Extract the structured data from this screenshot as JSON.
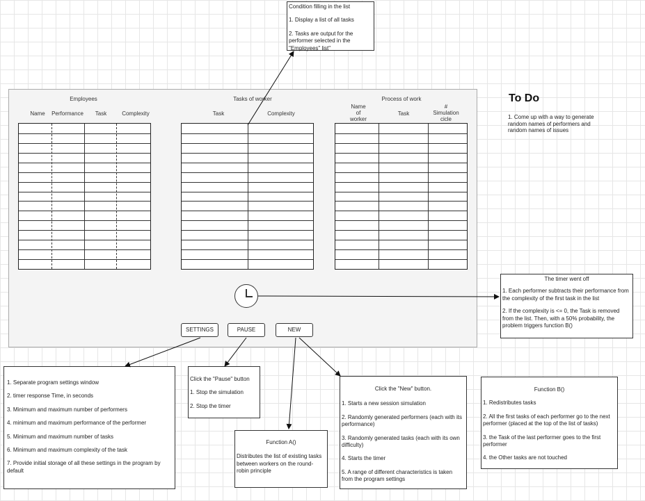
{
  "condition_box": {
    "title": "Condition filling in the list",
    "items": [
      "1. Display a list of all tasks",
      "2. Tasks are output for the performer selected in the \"Employees\" list\""
    ]
  },
  "todo": {
    "title": "To Do",
    "text": "1. Come up with a way to generate random names of performers and random names of issues"
  },
  "employees": {
    "title": "Employees",
    "cols": [
      "Name",
      "Performance",
      "Task",
      "Complexity"
    ]
  },
  "tasks_of_worker": {
    "title": "Tasks of worker",
    "cols": [
      "Task",
      "Complexity"
    ]
  },
  "process": {
    "title": "Process of work",
    "cols": [
      "Name of worker",
      "Task",
      "# Simulation cicle"
    ]
  },
  "buttons": {
    "settings": "SETTINGS",
    "pause": "PAUSE",
    "new": "NEW"
  },
  "timer_box": {
    "title": "The timer went off",
    "items": [
      "1. Each performer subtracts their performance from the complexity of the first task in the list",
      "2. If the complexity is <= 0, the Task is removed from the list. Then, with a 50% probability, the problem triggers function B()"
    ]
  },
  "settings_box": {
    "items": [
      "1. Separate program settings window",
      "2. timer response Time, in seconds",
      "3. Minimum and maximum number of performers",
      "4. minimum and maximum performance of the performer",
      "5. Minimum and maximum number of tasks",
      "6. Minimum and maximum complexity of the task",
      "7. Provide initial storage of all these settings in the program by default"
    ]
  },
  "pause_box": {
    "title": "Click the \"Pause\" button",
    "items": [
      "1. Stop the simulation",
      "2. Stop the timer"
    ]
  },
  "function_a": {
    "title": "Function A()",
    "text": "Distributes the list of existing tasks between workers on the round-robin principle"
  },
  "new_box": {
    "title": "Click the \"New\" button.",
    "items": [
      "1. Starts a new session simulation",
      "2. Randomly generated performers (each with its performance)",
      "3. Randomly generated tasks (each with its own difficulty)",
      "4. Starts the timer",
      "5. A range of different characteristics is taken from the program settings"
    ]
  },
  "function_b": {
    "title": "Function B()",
    "items": [
      "1. Redistributes tasks",
      "2. All the first tasks of each performer go to the next performer (placed at the top of the list of tasks)",
      "3. the Task of the last performer goes to the first performer",
      "4. the Other tasks are not touched"
    ]
  }
}
